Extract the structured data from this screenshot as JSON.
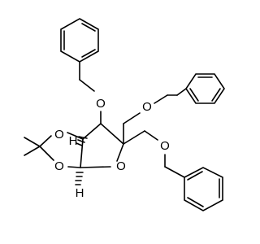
{
  "molecule": {
    "labels": {
      "o_upper_benzyloxy": "O",
      "o_ring_left_top": "O",
      "o_ring_left_bottom": "O",
      "o_furanose": "O",
      "o_right_ch2": "O",
      "o_bottom_right_ch2": "O",
      "h_upper": "H",
      "h_lower": "H"
    }
  }
}
